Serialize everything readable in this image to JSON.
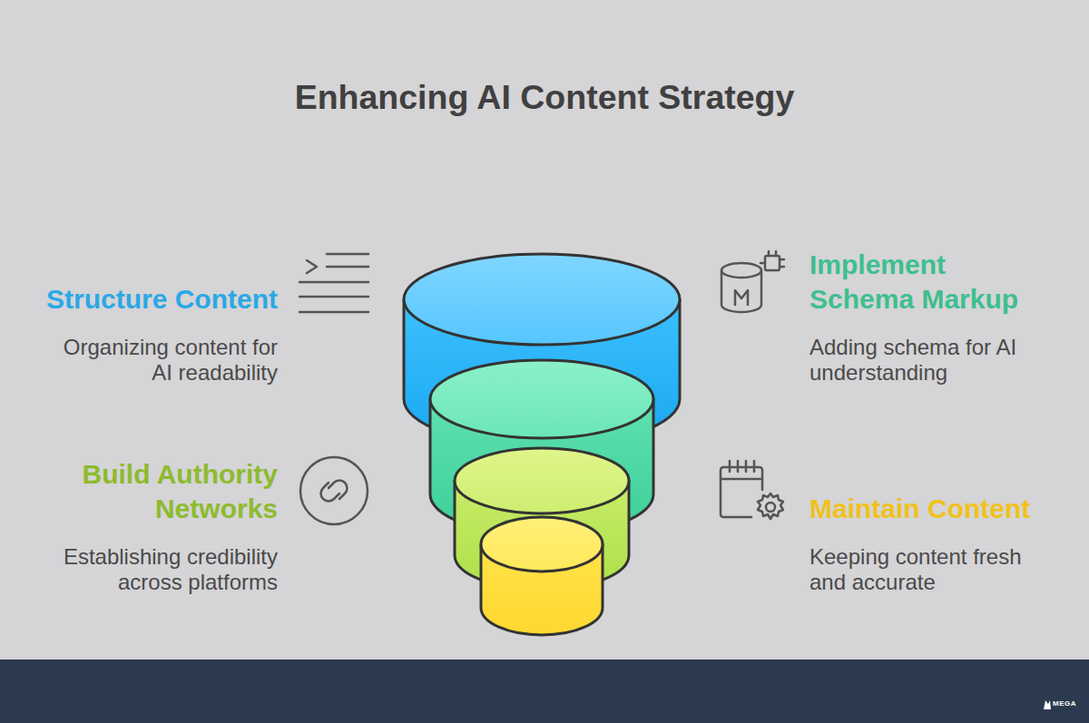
{
  "diagram": {
    "title": "Enhancing AI Content Strategy",
    "nodes": [
      {
        "text": [
          "Structure Content",
          "Organizing content for AI readability"
        ]
      },
      {
        "text": [
          "Implement Schema Markup",
          "Adding schema for AI understanding"
        ]
      },
      {
        "text": [
          "Build Authority Networks",
          "Establishing credibility across platforms"
        ]
      },
      {
        "text": [
          "Maintain Content",
          "Keeping content fresh and accurate"
        ]
      }
    ],
    "labels": [
      "MEGA"
    ]
  }
}
